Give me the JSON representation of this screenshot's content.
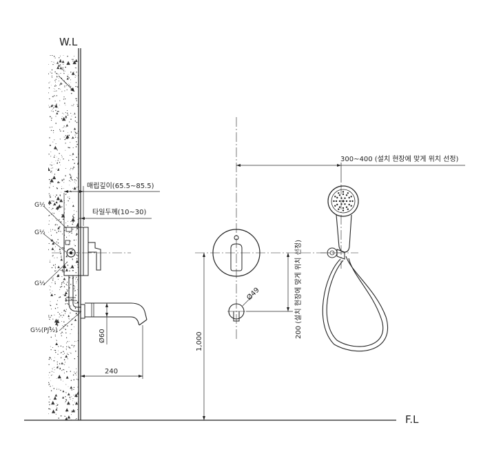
{
  "levels": {
    "wall_line": "W.L",
    "floor_line": "F.L"
  },
  "side_view": {
    "embed_depth": "매립깊이(65.5~85.5)",
    "tile_thickness": "타일두께(10~30)",
    "thread_top": "G½",
    "thread_mid": "G½",
    "thread_low": "G½",
    "thread_pj": "G½(PJ½)",
    "spout_diameter": "Ø60",
    "spout_length": "240"
  },
  "front_view": {
    "height_from_floor": "1,000",
    "spout_diameter": "Ø49",
    "vertical_offset": "200 (설치 현장에 맞게 위치 선정)",
    "horizontal_offset": "300~400 (설치 현장에 맞게 위치 선정)"
  },
  "colors": {
    "line": "#222222",
    "background": "#ffffff",
    "concrete_speckle": "#333333"
  }
}
